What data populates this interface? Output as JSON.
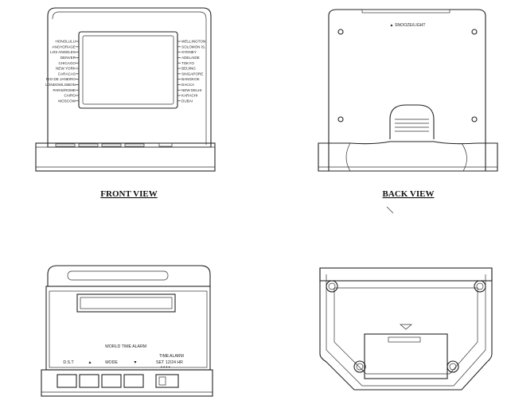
{
  "front": {
    "caption": "FRONT VIEW",
    "left_cities": [
      "HONOLULU",
      "ANCHORAGE",
      "LOS ANGELES",
      "DENVER",
      "CHICAGO",
      "NEW YORK",
      "CARACAS",
      "RIO DE JANEIRO",
      "LONDON/LISBON",
      "PARIS/ROME",
      "CAIRO",
      "MOSCOW"
    ],
    "right_cities": [
      "WELLINGTON",
      "SOLOMON IS.",
      "SYDNEY",
      "ADELAIDE",
      "TOKYO",
      "BEIJING",
      "SINGAPORE",
      "BANGKOK",
      "DACCA",
      "NEW DELHI",
      "KARACHI",
      "DUBAI"
    ]
  },
  "back": {
    "caption": "BACK VIEW",
    "snooze_label": "▲ SNOOZE/LIGHT"
  },
  "top": {
    "panel_title": "WORLD TIME ALARM",
    "button_labels": [
      "D.S.T",
      "▲",
      "MODE",
      "▼"
    ],
    "switch_labels": [
      "TIME",
      "ALARM",
      "SET",
      "12/24 HR"
    ],
    "switch_dots": "• • • •"
  },
  "bottom": {}
}
